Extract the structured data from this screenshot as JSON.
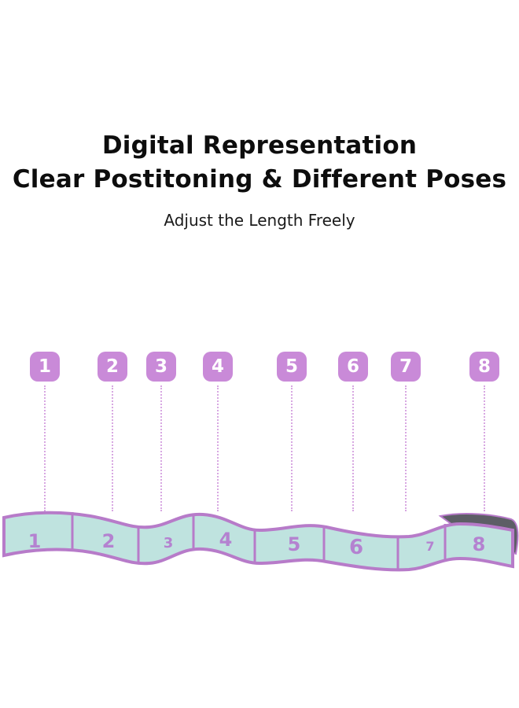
{
  "heading": {
    "line1": "Digital Representation",
    "line2": "Clear Postitoning & Different Poses"
  },
  "subheading": "Adjust the Length Freely",
  "markers": [
    "1",
    "2",
    "3",
    "4",
    "5",
    "6",
    "7",
    "8"
  ],
  "band_labels": [
    "1",
    "2",
    "3",
    "4",
    "5",
    "6",
    "7",
    "8"
  ],
  "colors": {
    "marker": "#c98ad8",
    "guide": "#d8a8e2",
    "band_fill": "#bfe3df",
    "band_edge": "#b77bc9",
    "band_number": "#b482d0",
    "band_back": "#5d5e66"
  }
}
